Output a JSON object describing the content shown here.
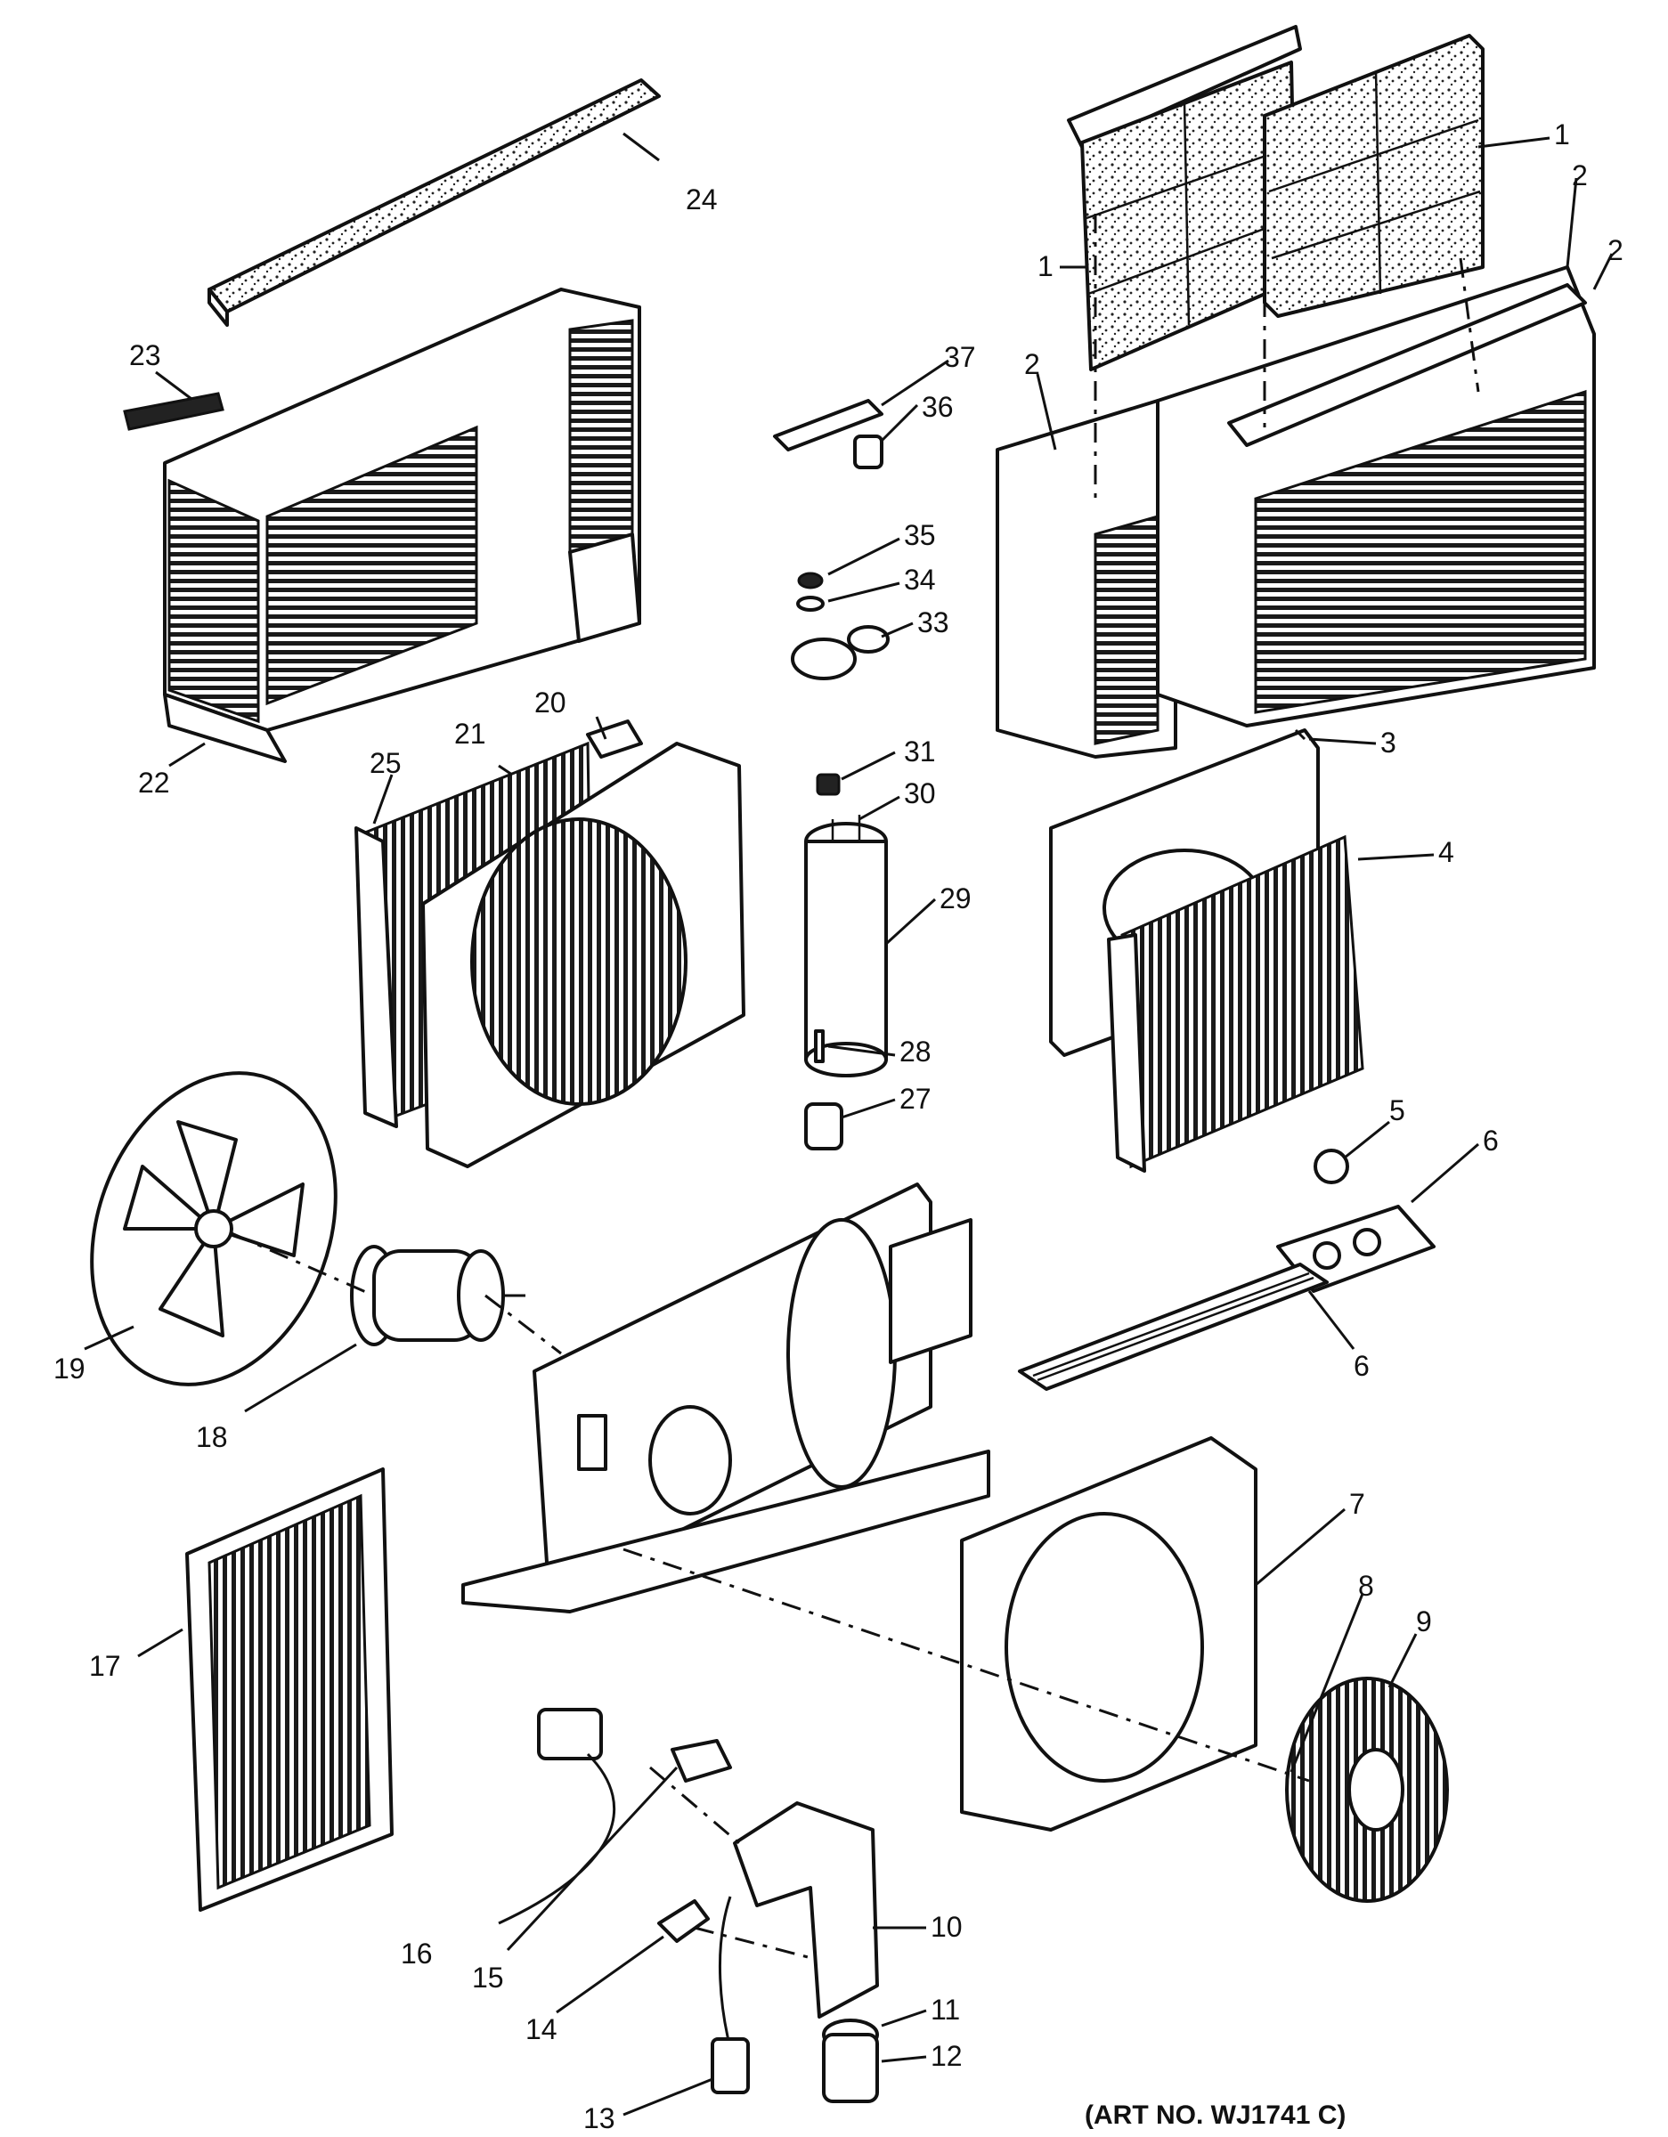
{
  "art_number": "(ART NO. WJ1741 C)",
  "callouts": [
    {
      "id": "c1a",
      "label": "1"
    },
    {
      "id": "c1b",
      "label": "1"
    },
    {
      "id": "c2a",
      "label": "2"
    },
    {
      "id": "c2b",
      "label": "2"
    },
    {
      "id": "c2c",
      "label": "2"
    },
    {
      "id": "c3",
      "label": "3"
    },
    {
      "id": "c4",
      "label": "4"
    },
    {
      "id": "c5",
      "label": "5"
    },
    {
      "id": "c6a",
      "label": "6"
    },
    {
      "id": "c6b",
      "label": "6"
    },
    {
      "id": "c7",
      "label": "7"
    },
    {
      "id": "c8",
      "label": "8"
    },
    {
      "id": "c9",
      "label": "9"
    },
    {
      "id": "c10",
      "label": "10"
    },
    {
      "id": "c11",
      "label": "11"
    },
    {
      "id": "c12",
      "label": "12"
    },
    {
      "id": "c13",
      "label": "13"
    },
    {
      "id": "c14",
      "label": "14"
    },
    {
      "id": "c15",
      "label": "15"
    },
    {
      "id": "c16",
      "label": "16"
    },
    {
      "id": "c17",
      "label": "17"
    },
    {
      "id": "c18",
      "label": "18"
    },
    {
      "id": "c19",
      "label": "19"
    },
    {
      "id": "c20",
      "label": "20"
    },
    {
      "id": "c21",
      "label": "21"
    },
    {
      "id": "c22",
      "label": "22"
    },
    {
      "id": "c23",
      "label": "23"
    },
    {
      "id": "c24",
      "label": "24"
    },
    {
      "id": "c25",
      "label": "25"
    },
    {
      "id": "c27",
      "label": "27"
    },
    {
      "id": "c28",
      "label": "28"
    },
    {
      "id": "c29",
      "label": "29"
    },
    {
      "id": "c30",
      "label": "30"
    },
    {
      "id": "c31",
      "label": "31"
    },
    {
      "id": "c33",
      "label": "33"
    },
    {
      "id": "c34",
      "label": "34"
    },
    {
      "id": "c35",
      "label": "35"
    },
    {
      "id": "c36",
      "label": "36"
    },
    {
      "id": "c37",
      "label": "37"
    }
  ]
}
